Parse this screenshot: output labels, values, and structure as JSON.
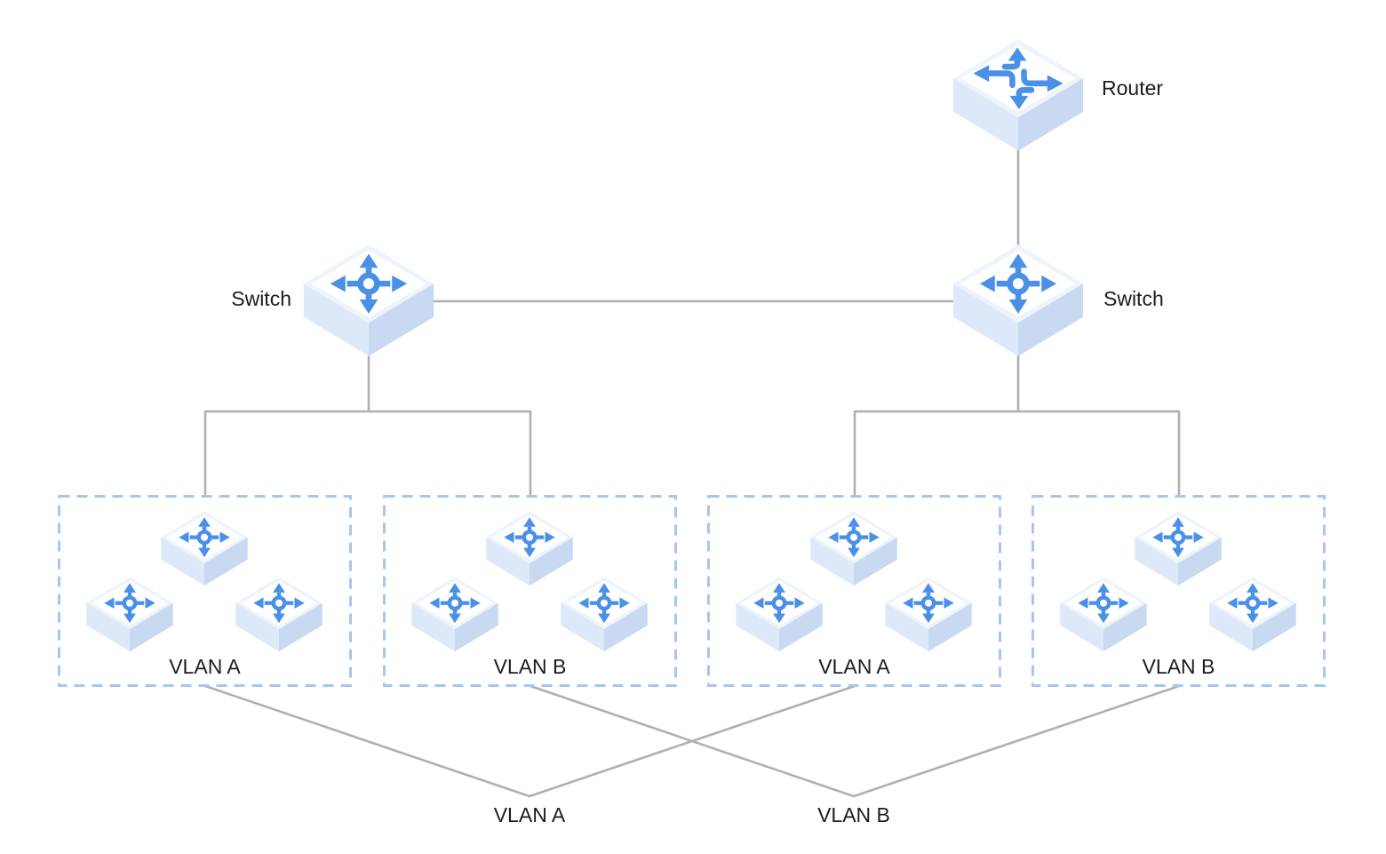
{
  "diagram_type": "network-topology",
  "nodes": {
    "router": {
      "label": "Router",
      "icon": "router-icon"
    },
    "switch_left": {
      "label": "Switch",
      "icon": "switch-icon"
    },
    "switch_right": {
      "label": "Switch",
      "icon": "switch-icon"
    }
  },
  "vlan_groups": [
    {
      "label": "VLAN A",
      "device_count": 3,
      "device_icon": "switch-icon"
    },
    {
      "label": "VLAN B",
      "device_count": 3,
      "device_icon": "switch-icon"
    },
    {
      "label": "VLAN A",
      "device_count": 3,
      "device_icon": "switch-icon"
    },
    {
      "label": "VLAN B",
      "device_count": 3,
      "device_icon": "switch-icon"
    }
  ],
  "junction_labels": [
    {
      "label": "VLAN A"
    },
    {
      "label": "VLAN B"
    }
  ],
  "colors": {
    "background": "#ffffff",
    "arrow_blue": "#4a90e8",
    "wire_gray": "#b0b0b0",
    "vlan_border_blue": "#a6c7ed",
    "icon_left_face": "#dde9f8",
    "icon_right_face": "#c8d9f1",
    "icon_top_rim": "#eef4fc",
    "icon_top_face": "#ffffff",
    "text": "#1d1d1d"
  }
}
